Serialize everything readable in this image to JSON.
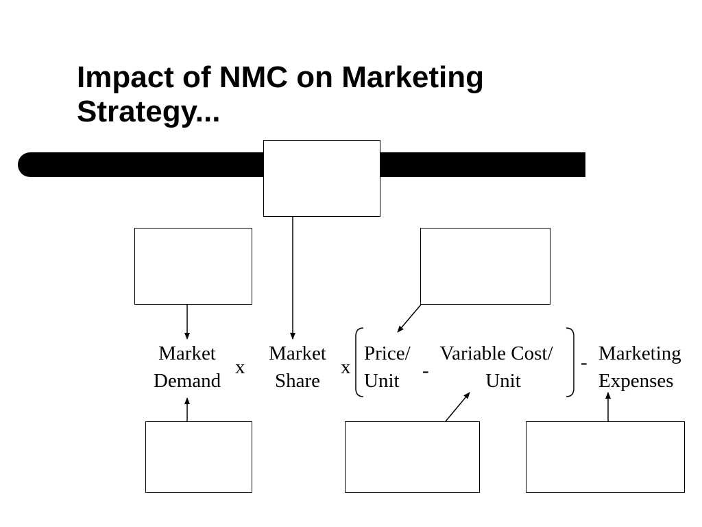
{
  "title": {
    "line1": "Impact of NMC on Marketing",
    "line2": "Strategy..."
  },
  "formula": {
    "market_demand": {
      "line1": "Market",
      "line2": "Demand"
    },
    "op_times_1": "x",
    "market_share": {
      "line1": "Market",
      "line2": "Share"
    },
    "op_times_2": "x",
    "price_unit": {
      "line1": "Price/",
      "line2": "Unit"
    },
    "op_minus_1": "-",
    "variable_cost_unit": {
      "line1": "Variable Cost/",
      "line2": "Unit"
    },
    "op_minus_2": "-",
    "marketing_expenses": {
      "line1": "Marketing",
      "line2": "Expenses"
    }
  },
  "colors": {
    "ink": "#000000",
    "background": "#ffffff"
  }
}
